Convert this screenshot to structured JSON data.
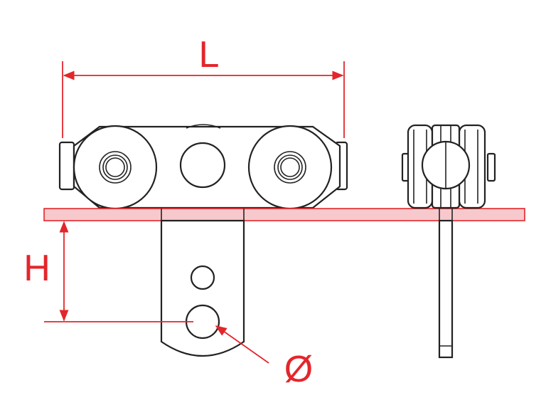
{
  "diagram": {
    "labels": {
      "length": "L",
      "height": "H",
      "diameter": "Ø"
    },
    "colors": {
      "dimension": "#e3262b",
      "rail_fill": "#f7c9cc",
      "outline": "#222222"
    }
  }
}
